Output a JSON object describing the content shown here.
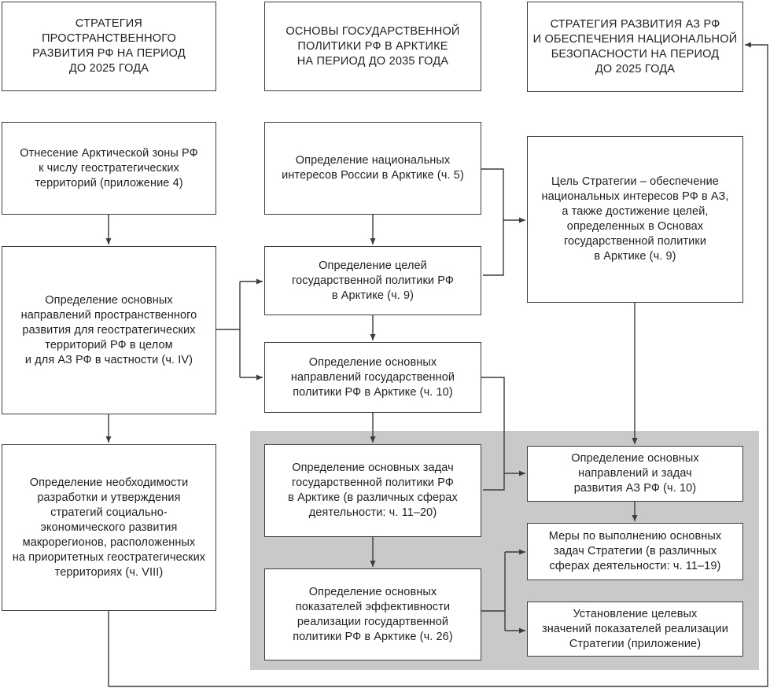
{
  "colors": {
    "background": "#ffffff",
    "box_fill": "#ffffff",
    "box_border": "#3c3c3c",
    "connector": "#3c3c3c",
    "highlight_region_fill": "#c9c9c9",
    "text": "#1f1f1f"
  },
  "nodes": {
    "spatial_strategy_title": "СТРАТЕГИЯ\nПРОСТРАНСТВЕННОГО\nРАЗВИТИЯ РФ НА ПЕРИОД\nДО 2025 ГОДА",
    "arctic_geostrategic": "Отнесение Арктической зоны РФ\nк числу геостратегических\nтерриторий (приложение 4)",
    "spatial_directions": "Определение основных\nнаправлений пространственного\nразвития для геостратегических\nтерриторий РФ в целом\nи для АЗ РФ в частности (ч. IV)",
    "macroregion_strategies": "Определение необходимости\nразработки и утверждения\nстратегий социально-\nэкономического развития\nмакрорегионов, расположенных\nна приоритетных геостратегических\nтерриториях (ч. VIII)",
    "arctic_policy_title": "ОСНОВЫ ГОСУДАРСТВЕННОЙ\nПОЛИТИКИ РФ В АРКТИКЕ\nНА ПЕРИОД ДО 2035 ГОДА",
    "national_interests": "Определение национальных\nинтересов России в Арктике (ч. 5)",
    "policy_goals": "Определение целей\nгосударственной политики РФ\nв Арктике (ч. 9)",
    "policy_directions": "Определение основных\nнаправлений государственной\nполитики РФ в Арктике (ч. 10)",
    "policy_tasks": "Определение основных задач\nгосударственной политики РФ\nв Арктике (в различных сферах\nдеятельности: ч. 11–20)",
    "policy_indicators": "Определение основных\nпоказателей эффективности\nреализации государтвенной\nполитики РФ в Арктике (ч. 26)",
    "az_strategy_title": "СТРАТЕГИЯ РАЗВИТИЯ АЗ РФ\nИ ОБЕСПЕЧЕНИЯ НАЦИОНАЛЬНОЙ\nБЕЗОПАСНОСТИ НА ПЕРИОД\nДО 2025 ГОДА",
    "strategy_goal": "Цель Стратегии – обеспечение\nнациональных интересов РФ в АЗ,\nа также достижение целей,\nопределенных в Основах\nгосударственной политики\nв Арктике (ч. 9)",
    "az_directions_tasks": "Определение основных\nнаправлений и задач\nразвития АЗ РФ (ч. 10)",
    "strategy_measures": "Меры по выполнению основных\nзадач Стратегии (в различных\nсферах деятельности: ч. 11–19)",
    "target_values": "Установление целевых\nзначений показателей реализации\nСтратегии (приложение)"
  }
}
